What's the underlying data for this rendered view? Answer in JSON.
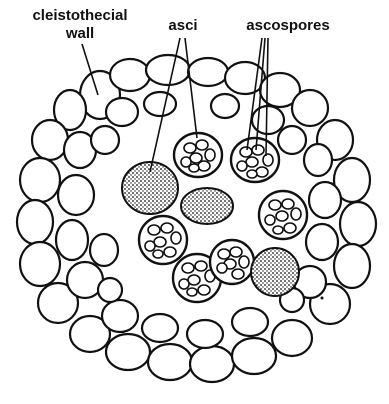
{
  "labels": {
    "wall_line1": "cleistothecial",
    "wall_line2": "wall",
    "asci": "asci",
    "ascospores": "ascospores"
  },
  "colors": {
    "ink": "#111111",
    "paper": "#ffffff"
  }
}
